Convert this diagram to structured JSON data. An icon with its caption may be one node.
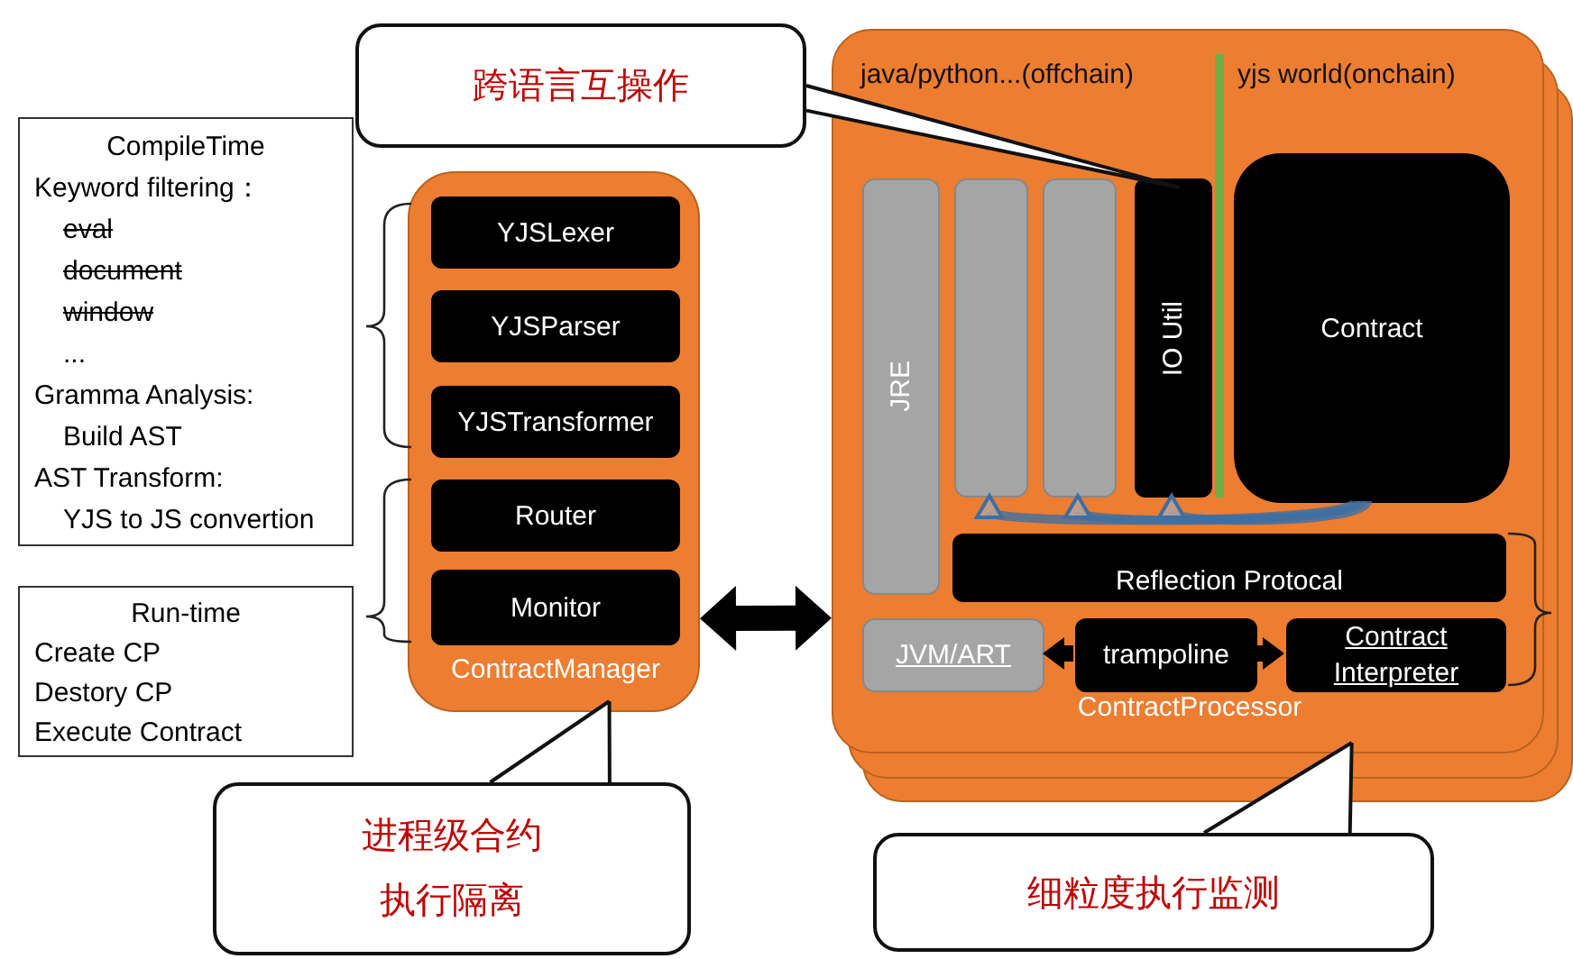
{
  "diagram": {
    "nodes": [
      {
        "text": [
          "CompileTime",
          "Keyword filtering：",
          "eval",
          "document",
          "window",
          "...",
          "Gramma Analysis:",
          "Build AST",
          "AST Transform:",
          "YJS to JS convertion"
        ]
      },
      {
        "text": [
          "Run-time",
          "Create CP",
          "Destory CP",
          "Execute Contract"
        ]
      },
      {
        "text": [
          "ContractManager"
        ]
      },
      {
        "text": [
          "YJSLexer"
        ],
        "in": 2
      },
      {
        "text": [
          "YJSParser"
        ],
        "in": 2
      },
      {
        "text": [
          "YJSTransformer"
        ],
        "in": 2
      },
      {
        "text": [
          "Router"
        ],
        "in": 2
      },
      {
        "text": [
          "Monitor"
        ],
        "in": 2
      },
      {
        "text": [
          "跨语言互操作"
        ]
      },
      {
        "text": [
          "进程级合约执行隔离"
        ]
      },
      {
        "text": [
          "细粒度执行监测"
        ]
      },
      {
        "text": [
          "java/python...(offchain)",
          "yjs world(onchain)",
          "ContractProcessor"
        ]
      },
      {
        "text": [
          "JRE"
        ],
        "in": 11
      },
      {
        "text": [],
        "shape": "bar",
        "in": 11
      },
      {
        "text": [],
        "shape": "bar",
        "in": 11
      },
      {
        "text": [
          "IO Util"
        ],
        "in": 11
      },
      {
        "text": [
          "Contract"
        ],
        "in": 11
      },
      {
        "text": [
          "Reflection Protocal"
        ],
        "in": 11
      },
      {
        "text": [
          "JVM/ART"
        ],
        "in": 11
      },
      {
        "text": [
          "trampoline"
        ],
        "in": 11
      },
      {
        "text": [
          "Contract Interpreter"
        ],
        "in": 11
      }
    ],
    "edges": [
      {
        "from": 2,
        "to": 11,
        "arrow": "both",
        "style": "thick"
      },
      {
        "from": 19,
        "to": 18,
        "arrow": "to",
        "style": "thick"
      },
      {
        "from": 19,
        "to": 20,
        "arrow": "to",
        "style": "thick"
      },
      {
        "from": 16,
        "to": 13,
        "arrow": "to",
        "color": "#3d6fa3"
      },
      {
        "from": 16,
        "to": 14,
        "arrow": "to",
        "color": "#3d6fa3"
      },
      {
        "from": 16,
        "to": 15,
        "arrow": "to",
        "color": "#3d6fa3"
      },
      {
        "from": 8,
        "to": 15,
        "arrow": "none"
      },
      {
        "from": 9,
        "to": 2,
        "arrow": "none"
      },
      {
        "from": 10,
        "to": 11,
        "arrow": "none"
      }
    ]
  }
}
